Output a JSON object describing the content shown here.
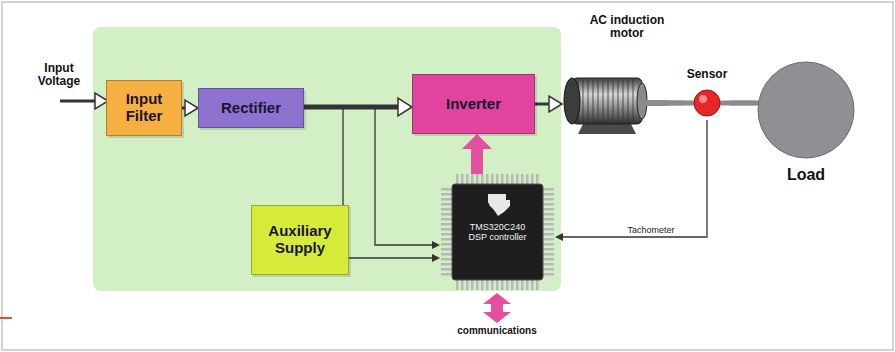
{
  "diagram": {
    "nodes": [
      {
        "text": [
          "Input Filter"
        ]
      },
      {
        "text": [
          "Rectifier"
        ]
      },
      {
        "text": [
          "Inverter"
        ]
      },
      {
        "text": [
          "Auxiliary Supply"
        ]
      },
      {
        "text": [
          "TMS320C240 DSP controller"
        ]
      },
      {
        "text": [
          "AC induction motor"
        ]
      },
      {
        "text": [
          "Sensor"
        ]
      },
      {
        "text": [
          "Load"
        ]
      }
    ],
    "edges": [
      {
        "from": 0,
        "to": 1,
        "arrow": "to"
      },
      {
        "from": 1,
        "to": 2,
        "arrow": "to"
      },
      {
        "from": 1,
        "to": 3,
        "arrow": "none"
      },
      {
        "from": 1,
        "to": 4,
        "arrow": "to"
      },
      {
        "from": 3,
        "to": 4,
        "arrow": "to"
      },
      {
        "from": 4,
        "to": 2,
        "arrow": "to"
      },
      {
        "from": 2,
        "to": 5,
        "arrow": "to"
      },
      {
        "from": 5,
        "to": 6,
        "arrow": "none"
      },
      {
        "from": 6,
        "to": 7,
        "arrow": "none"
      },
      {
        "from": 6,
        "to": 4,
        "arrow": "to",
        "label": "Tachometer"
      }
    ],
    "labels": [
      "Input Voltage",
      "communications"
    ]
  }
}
